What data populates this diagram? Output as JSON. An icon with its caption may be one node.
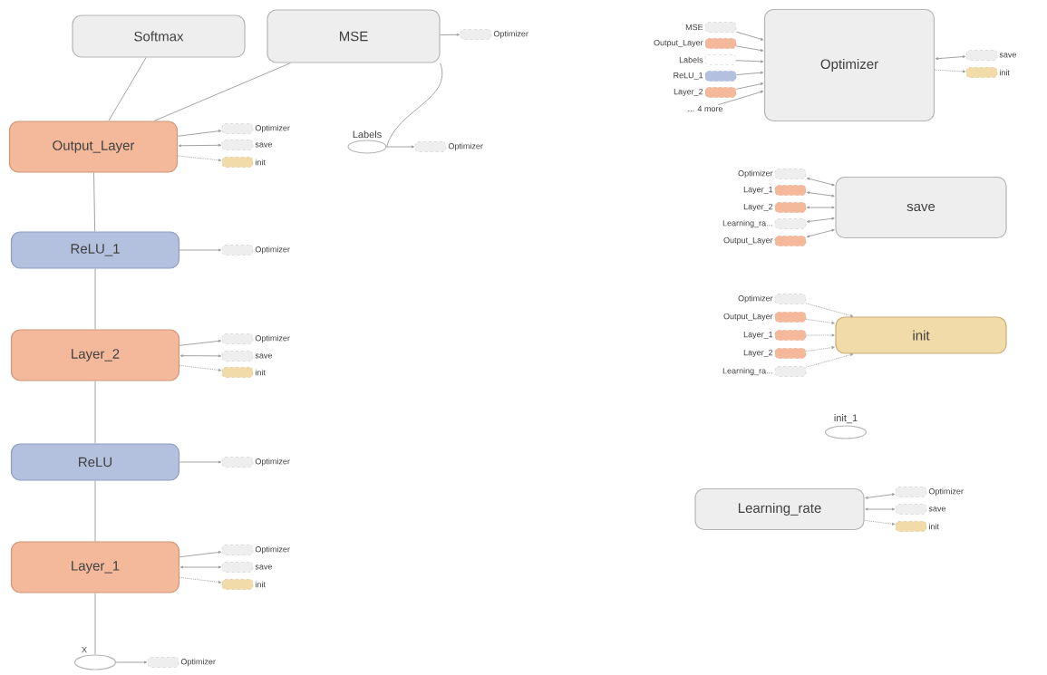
{
  "diagram": {
    "nodes": [
      {
        "text": [
          "Softmax"
        ]
      },
      {
        "text": [
          "MSE"
        ]
      },
      {
        "text": [
          "Optimizer"
        ]
      },
      {
        "text": [
          "Output_Layer"
        ]
      },
      {
        "text": [
          "Optimizer"
        ]
      },
      {
        "text": [
          "save"
        ]
      },
      {
        "text": [
          "init"
        ]
      },
      {
        "text": [
          "Labels"
        ]
      },
      {
        "text": [
          "Optimizer"
        ]
      },
      {
        "text": [
          "ReLU_1"
        ]
      },
      {
        "text": [
          "Optimizer"
        ]
      },
      {
        "text": [
          "Layer_2"
        ]
      },
      {
        "text": [
          "Optimizer"
        ]
      },
      {
        "text": [
          "save"
        ]
      },
      {
        "text": [
          "init"
        ]
      },
      {
        "text": [
          "ReLU"
        ]
      },
      {
        "text": [
          "Optimizer"
        ]
      },
      {
        "text": [
          "Layer_1"
        ]
      },
      {
        "text": [
          "Optimizer"
        ]
      },
      {
        "text": [
          "save"
        ]
      },
      {
        "text": [
          "init"
        ]
      },
      {
        "text": [
          "X"
        ]
      },
      {
        "text": [
          "Optimizer"
        ]
      },
      {
        "text": [
          "MSE"
        ]
      },
      {
        "text": [
          "Output_Layer"
        ]
      },
      {
        "text": [
          "Labels"
        ]
      },
      {
        "text": [
          "ReLU_1"
        ]
      },
      {
        "text": [
          "Layer_2"
        ]
      },
      {
        "text": [
          "... 4 more"
        ]
      },
      {
        "text": [
          "Optimizer"
        ]
      },
      {
        "text": [
          "save"
        ]
      },
      {
        "text": [
          "init"
        ]
      },
      {
        "text": [
          "Optimizer"
        ]
      },
      {
        "text": [
          "Layer_1"
        ]
      },
      {
        "text": [
          "Layer_2"
        ]
      },
      {
        "text": [
          "Learning_ra..."
        ]
      },
      {
        "text": [
          "Output_Layer"
        ]
      },
      {
        "text": [
          "save"
        ]
      },
      {
        "text": [
          "Optimizer"
        ]
      },
      {
        "text": [
          "Output_Layer"
        ]
      },
      {
        "text": [
          "Layer_1"
        ]
      },
      {
        "text": [
          "Layer_2"
        ]
      },
      {
        "text": [
          "Learning_ra..."
        ]
      },
      {
        "text": [
          "init"
        ]
      },
      {
        "text": [
          "init_1"
        ]
      },
      {
        "text": [
          "Learning_rate"
        ]
      },
      {
        "text": [
          "Optimizer"
        ]
      },
      {
        "text": [
          "save"
        ]
      },
      {
        "text": [
          "init"
        ]
      }
    ],
    "edges": [
      {
        "from": 3,
        "to": 0,
        "arrow": "none"
      },
      {
        "from": 3,
        "to": 1,
        "arrow": "none"
      },
      {
        "from": 7,
        "to": 1,
        "arrow": "none"
      },
      {
        "from": 9,
        "to": 3,
        "arrow": "none"
      },
      {
        "from": 11,
        "to": 9,
        "arrow": "none"
      },
      {
        "from": 15,
        "to": 11,
        "arrow": "none"
      },
      {
        "from": 17,
        "to": 15,
        "arrow": "none"
      },
      {
        "from": 21,
        "to": 17,
        "arrow": "none"
      },
      {
        "from": 1,
        "to": 2,
        "arrow": "to"
      },
      {
        "from": 3,
        "to": 4,
        "arrow": "to"
      },
      {
        "from": 3,
        "to": 5,
        "arrow": "both"
      },
      {
        "from": 3,
        "to": 6,
        "arrow": "to",
        "style": "dashed"
      },
      {
        "from": 7,
        "to": 8,
        "arrow": "to"
      },
      {
        "from": 9,
        "to": 10,
        "arrow": "to"
      },
      {
        "from": 11,
        "to": 12,
        "arrow": "to"
      },
      {
        "from": 11,
        "to": 13,
        "arrow": "both"
      },
      {
        "from": 11,
        "to": 14,
        "arrow": "to",
        "style": "dashed"
      },
      {
        "from": 15,
        "to": 16,
        "arrow": "to"
      },
      {
        "from": 17,
        "to": 18,
        "arrow": "to"
      },
      {
        "from": 17,
        "to": 19,
        "arrow": "both"
      },
      {
        "from": 17,
        "to": 20,
        "arrow": "to",
        "style": "dashed"
      },
      {
        "from": 21,
        "to": 22,
        "arrow": "to"
      },
      {
        "from": 23,
        "to": 29,
        "arrow": "to"
      },
      {
        "from": 24,
        "to": 29,
        "arrow": "to"
      },
      {
        "from": 25,
        "to": 29,
        "arrow": "to"
      },
      {
        "from": 26,
        "to": 29,
        "arrow": "to"
      },
      {
        "from": 27,
        "to": 29,
        "arrow": "to"
      },
      {
        "from": 28,
        "to": 29,
        "arrow": "to"
      },
      {
        "from": 29,
        "to": 30,
        "arrow": "both"
      },
      {
        "from": 29,
        "to": 31,
        "arrow": "to",
        "style": "dashed"
      },
      {
        "from": 32,
        "to": 37,
        "arrow": "both"
      },
      {
        "from": 33,
        "to": 37,
        "arrow": "both"
      },
      {
        "from": 34,
        "to": 37,
        "arrow": "both"
      },
      {
        "from": 35,
        "to": 37,
        "arrow": "both"
      },
      {
        "from": 36,
        "to": 37,
        "arrow": "both"
      },
      {
        "from": 38,
        "to": 43,
        "arrow": "to",
        "style": "dashed"
      },
      {
        "from": 39,
        "to": 43,
        "arrow": "to",
        "style": "dashed"
      },
      {
        "from": 40,
        "to": 43,
        "arrow": "to",
        "style": "dashed"
      },
      {
        "from": 41,
        "to": 43,
        "arrow": "to",
        "style": "dashed"
      },
      {
        "from": 42,
        "to": 43,
        "arrow": "to",
        "style": "dashed"
      },
      {
        "from": 45,
        "to": 46,
        "arrow": "both"
      },
      {
        "from": 45,
        "to": 47,
        "arrow": "both"
      },
      {
        "from": 45,
        "to": 48,
        "arrow": "to",
        "style": "dashed"
      }
    ]
  }
}
